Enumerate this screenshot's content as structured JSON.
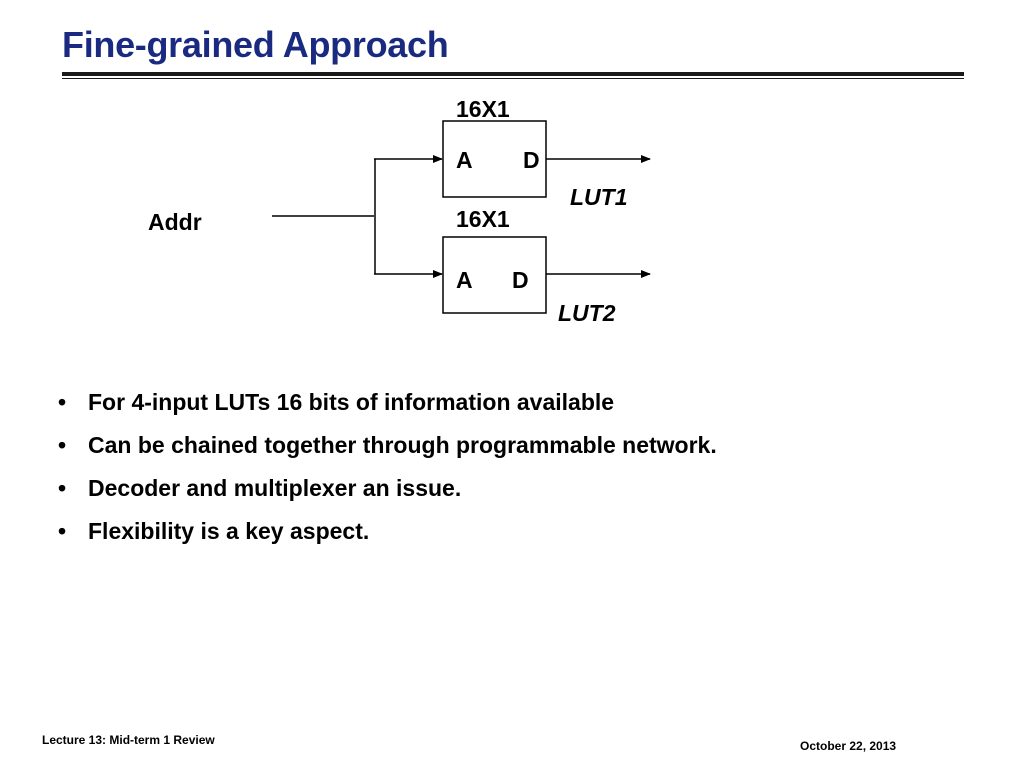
{
  "slide": {
    "title": "Fine-grained Approach"
  },
  "diagram": {
    "input_label": "Addr",
    "top_block": {
      "size_label": "16X1",
      "in_port": "A",
      "out_port": "D",
      "output_label": "LUT1"
    },
    "bottom_block": {
      "size_label": "16X1",
      "in_port": "A",
      "out_port": "D",
      "output_label": "LUT2"
    }
  },
  "bullets": [
    {
      "marker": "•",
      "text": "For 4-input LUTs 16 bits of information available"
    },
    {
      "marker": "•",
      "text": "Can be chained together through programmable network."
    },
    {
      "marker": "•",
      "text": "Decoder and multiplexer an issue."
    },
    {
      "marker": "•",
      "text": "Flexibility is a key aspect."
    }
  ],
  "footer": {
    "left": "Lecture 13: Mid-term 1 Review",
    "right": "October 22, 2013"
  },
  "colors": {
    "title": "#1a2a80",
    "text": "#000000",
    "background": "#ffffff"
  }
}
